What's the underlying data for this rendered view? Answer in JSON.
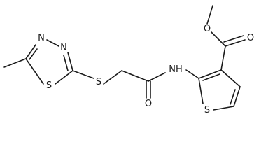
{
  "labels": {
    "n_ring_1": "N",
    "n_ring_2": "N",
    "s_ring_thiadiazole": "S",
    "s_thioether": "S",
    "nh_amide": "NH",
    "o_amide": "O",
    "o_ester_ether": "O",
    "o_ester_carbonyl": "O",
    "s_ring_thiophene": "S"
  }
}
